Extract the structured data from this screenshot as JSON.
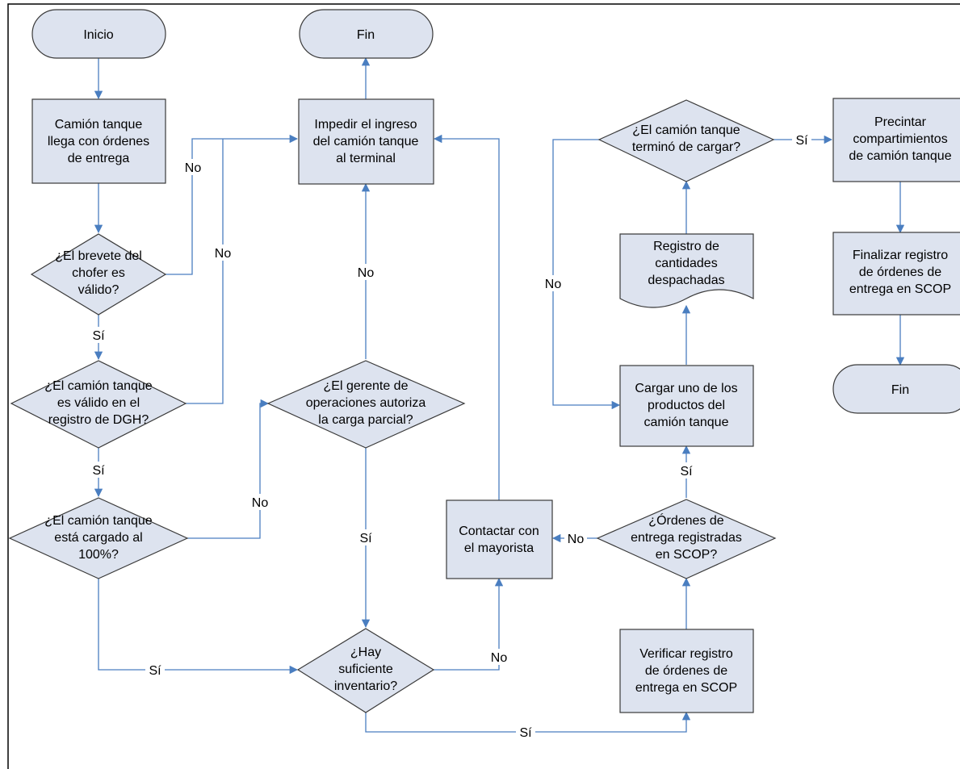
{
  "diagram": {
    "nodes": {
      "inicio": {
        "lines": [
          "Inicio"
        ]
      },
      "fin_top": {
        "lines": [
          "Fin"
        ]
      },
      "llega": {
        "lines": [
          "Camión tanque",
          "llega con órdenes",
          "de entrega"
        ]
      },
      "brevete": {
        "lines": [
          "¿El brevete del",
          "chofer es",
          "válido?"
        ]
      },
      "registro_dgh": {
        "lines": [
          "¿El camión tanque",
          "es válido en el",
          "registro de DGH?"
        ]
      },
      "cargado": {
        "lines": [
          "¿El camión tanque",
          "está cargado al",
          "100%?"
        ]
      },
      "impedir": {
        "lines": [
          "Impedir el ingreso",
          "del camión tanque",
          "al terminal"
        ]
      },
      "gerente": {
        "lines": [
          "¿El gerente de",
          "operaciones autoriza",
          "la carga parcial?"
        ]
      },
      "contactar": {
        "lines": [
          "Contactar con",
          "el mayorista"
        ]
      },
      "inventario": {
        "lines": [
          "¿Hay",
          "suficiente",
          "inventario?"
        ]
      },
      "termino": {
        "lines": [
          "¿El camión tanque",
          "terminó de cargar?"
        ]
      },
      "registro_cant": {
        "lines": [
          "Registro de",
          "cantidades",
          "despachadas"
        ]
      },
      "cargar": {
        "lines": [
          "Cargar uno de los",
          "productos del",
          "camión tanque"
        ]
      },
      "ordenes_reg": {
        "lines": [
          "¿Órdenes de",
          "entrega registradas",
          "en SCOP?"
        ]
      },
      "verificar": {
        "lines": [
          "Verificar registro",
          "de órdenes de",
          "entrega en SCOP"
        ]
      },
      "precintar": {
        "lines": [
          "Precintar",
          "compartimientos",
          "de camión tanque"
        ]
      },
      "finalizar": {
        "lines": [
          "Finalizar registro",
          "de órdenes de",
          "entrega en SCOP"
        ]
      },
      "fin_right": {
        "lines": [
          "Fin"
        ]
      }
    },
    "edge_labels": {
      "brevete_no": "No",
      "dgh_no": "No",
      "brevete_si": "Sí",
      "dgh_si": "Sí",
      "cargado_no": "No",
      "cargado_si": "Sí",
      "gerente_no": "No",
      "gerente_si": "Sí",
      "inventario_no": "No",
      "inventario_si": "Sí",
      "ordenes_no": "No",
      "ordenes_si": "Sí",
      "termino_no": "No",
      "termino_si": "Sí"
    }
  },
  "colors": {
    "shape_fill": "#dde3ef",
    "shape_stroke": "#3a3a3a",
    "edge": "#4a7ec0"
  }
}
